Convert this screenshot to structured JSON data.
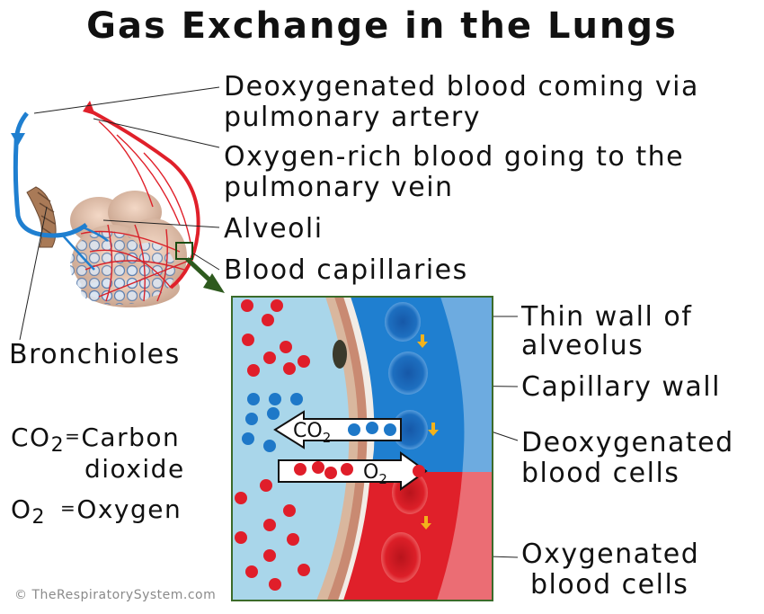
{
  "title": "Gas Exchange in the Lungs",
  "labels": {
    "deoxy_artery_1": "Deoxygenated blood coming via",
    "deoxy_artery_2": "pulmonary artery",
    "oxy_vein_1": "Oxygen-rich blood going to the",
    "oxy_vein_2": "pulmonary vein",
    "alveoli": "Alveoli",
    "capillaries": "Blood capillaries",
    "bronchioles": "Bronchioles",
    "thin_wall_1": "Thin wall of",
    "thin_wall_2": "alveolus",
    "capillary_wall": "Capillary wall",
    "deoxy_cells_1": "Deoxygenated",
    "deoxy_cells_2": "blood cells",
    "oxy_cells_1": "Oxygenated",
    "oxy_cells_2": "blood cells"
  },
  "legend": {
    "co2_symbol": "CO",
    "co2_sub": "2",
    "co2_eq": "=",
    "co2_name_1": "Carbon",
    "co2_name_2": "dioxide",
    "o2_symbol": "O",
    "o2_sub": "2",
    "o2_eq": "=",
    "o2_name": "Oxygen"
  },
  "arrows": {
    "co2_symbol": "CO",
    "co2_sub": "2",
    "o2_symbol": "O",
    "o2_sub": "2"
  },
  "credit": "© TheRespiratorySystem.com",
  "colors": {
    "artery_blue": "#1f7fd0",
    "vein_red": "#e0202a",
    "alveolar_space": "#a9d6ea",
    "co2_dot": "#1e78c8",
    "o2_dot": "#e01e2a",
    "frame": "#3b6b2a",
    "pointer_arrow": "#2e5a1e"
  }
}
